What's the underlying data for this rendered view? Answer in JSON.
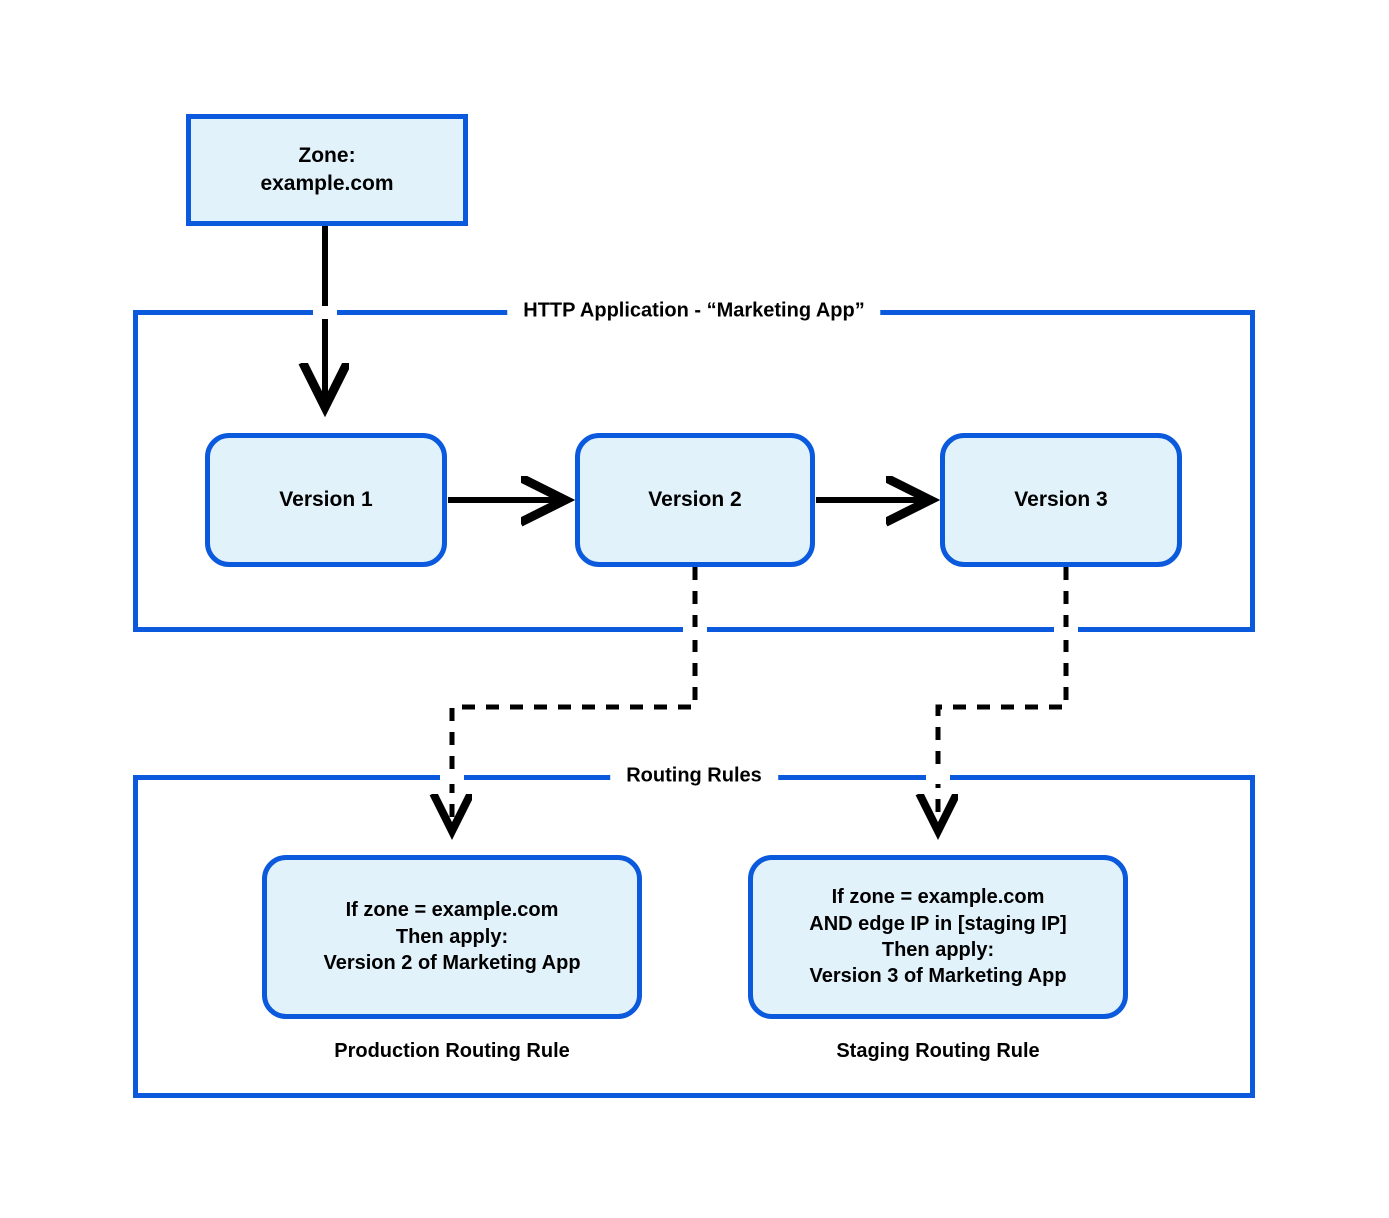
{
  "diagram": {
    "title": "Cloudflare HTTP Application versioning and routing rules",
    "colors": {
      "node_fill": "#E1F2FB",
      "node_border": "#0B59DC",
      "frame_border": "#0B59DC",
      "connector": "#000000",
      "background": "#FFFFFF",
      "text": "#000000"
    },
    "zone": {
      "line1": "Zone:",
      "line2": "example.com"
    },
    "http_application": {
      "label": "HTTP Application - “Marketing App”",
      "versions": [
        {
          "label": "Version 1"
        },
        {
          "label": "Version 2"
        },
        {
          "label": "Version 3"
        }
      ]
    },
    "routing_rules": {
      "label": "Routing Rules",
      "rules": [
        {
          "caption": "Production Routing Rule",
          "lines": [
            "If zone = example.com",
            "Then apply:",
            "Version 2 of Marketing App"
          ]
        },
        {
          "caption": "Staging Routing Rule",
          "lines": [
            "If zone = example.com",
            "AND edge IP in [staging IP]",
            "Then apply:",
            "Version 3 of Marketing App"
          ]
        }
      ]
    },
    "connectors": [
      {
        "name": "zone-to-version-1",
        "style": "solid",
        "arrow": true,
        "from": "Zone: example.com",
        "to": "Version 1"
      },
      {
        "name": "version-1-to-version-2",
        "style": "solid",
        "arrow": true,
        "from": "Version 1",
        "to": "Version 2"
      },
      {
        "name": "version-2-to-version-3",
        "style": "solid",
        "arrow": true,
        "from": "Version 2",
        "to": "Version 3"
      },
      {
        "name": "version-2-to-production-rule",
        "style": "dashed",
        "arrow": true,
        "from": "Version 2",
        "to": "Production Routing Rule"
      },
      {
        "name": "version-3-to-staging-rule",
        "style": "dashed",
        "arrow": true,
        "from": "Version 3",
        "to": "Staging Routing Rule"
      }
    ]
  }
}
